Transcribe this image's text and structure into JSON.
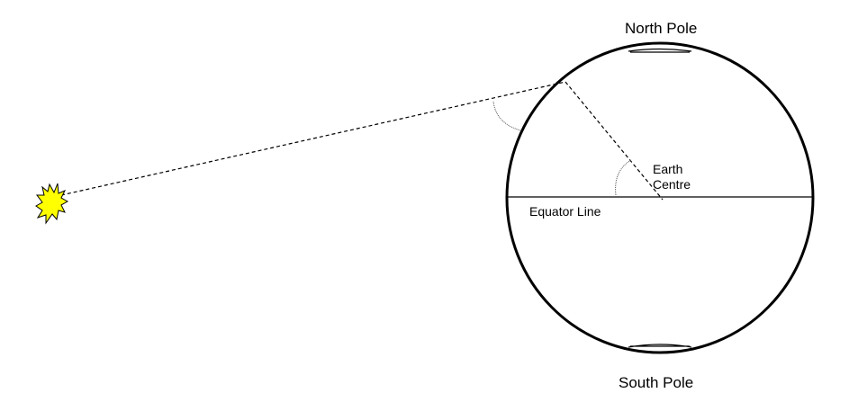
{
  "labels": {
    "north_pole": "North Pole",
    "south_pole": "South Pole",
    "earth_centre_line1": "Earth",
    "earth_centre_line2": "Centre",
    "equator": "Equator Line"
  },
  "colors": {
    "sun_fill": "#ffff00",
    "line": "#000000"
  }
}
